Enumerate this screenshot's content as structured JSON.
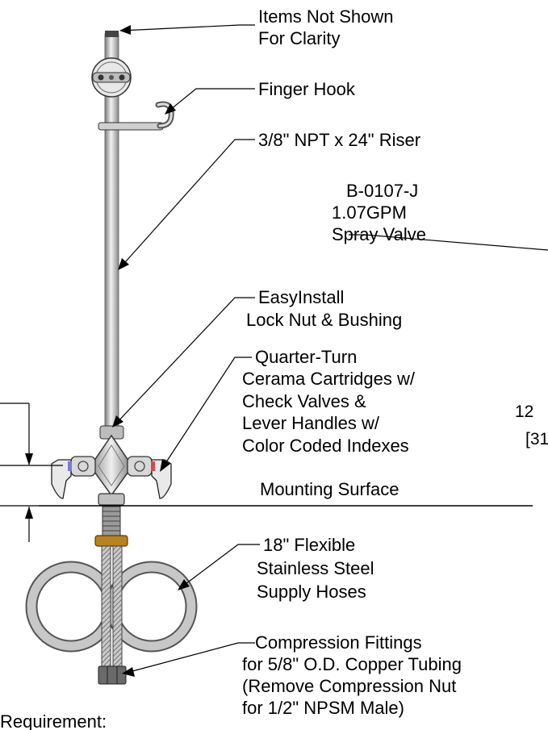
{
  "labels": {
    "items_not_shown": [
      "Items Not Shown",
      "For Clarity"
    ],
    "finger_hook": [
      "Finger Hook"
    ],
    "riser": [
      "3/8\" NPT x 24\" Riser"
    ],
    "spray_valve": [
      "B-0107-J",
      "1.07GPM",
      "Spray Valve"
    ],
    "lock_nut": [
      "EasyInstall",
      "Lock Nut & Bushing"
    ],
    "cartridges": [
      "Quarter-Turn",
      "Cerama Cartridges w/",
      "Check Valves &",
      "Lever Handles w/",
      "Color Coded Indexes"
    ],
    "mounting_surface": [
      "Mounting Surface"
    ],
    "hoses": [
      "18\" Flexible",
      "Stainless Steel",
      "Supply Hoses"
    ],
    "fittings": [
      "Compression Fittings",
      "for 5/8\" O.D. Copper Tubing",
      "(Remove Compression Nut",
      "for 1/2\" NPSM Male)"
    ],
    "requirement": [
      "Requirement:"
    ]
  },
  "dimension_partial": {
    "line1": "12",
    "line2": "[31"
  },
  "colors": {
    "metal_light": "#e4e4e4",
    "metal_mid": "#a8a8a8",
    "metal_dark": "#555555",
    "brass": "#b8821e",
    "hose": "#bdbdbd",
    "ink": "#000000"
  }
}
